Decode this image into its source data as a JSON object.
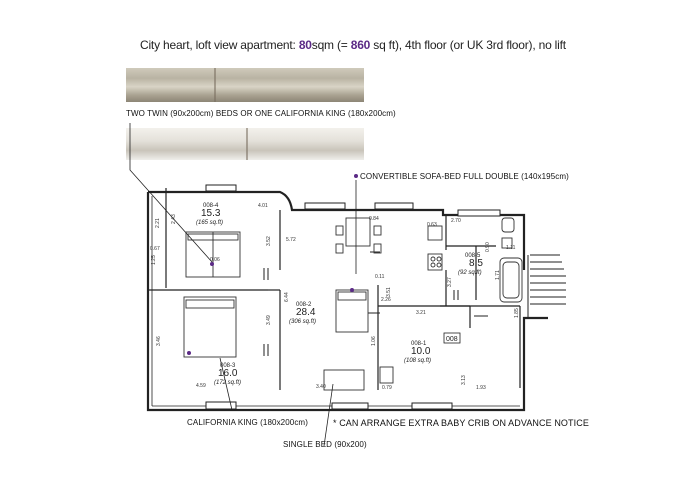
{
  "header": {
    "title_a": "City heart, loft view apartment: ",
    "sqm": "80",
    "title_b": "sqm (= ",
    "sqft": "860",
    "title_c": " sq ft), 4th floor (or UK 3rd floor), no lift"
  },
  "photos": {
    "top": "twin-beds-photo",
    "bottom": "mattress-photo"
  },
  "captions": {
    "twin_beds": "TWO TWIN (90x200cm) BEDS OR ONE CALIFORNIA KING (180x200cm)",
    "sofa_bed": "CONVERTIBLE SOFA-BED FULL DOUBLE (140x195cm)",
    "california_king": "CALIFORNIA KING (180x200cm)",
    "single_bed": "SINGLE BED (90x200)",
    "baby_crib": "* CAN ARRANGE EXTRA BABY CRIB ON ADVANCE NOTICE"
  },
  "rooms": [
    {
      "code": "008-4",
      "area": "15.3",
      "sqft": "(165 sq.ft)"
    },
    {
      "code": "008-3",
      "area": "16.0",
      "sqft": "(172 sq.ft)"
    },
    {
      "code": "008-2",
      "area": "28.4",
      "sqft": "(306 sq.ft)"
    },
    {
      "code": "008-1",
      "area": "10.0",
      "sqft": "(108 sq.ft)"
    },
    {
      "code": "008-5",
      "area": "8.5",
      "sqft": "(92 sq.ft)"
    }
  ],
  "door_tag": "008",
  "dimensions": [
    "4.01",
    "2.21",
    "2.43",
    "0.67",
    "1.25",
    "3.52",
    "5.72",
    "0.84",
    "0.63",
    "2.70",
    "0.90",
    "1.11",
    "1.71",
    "0.11",
    "6.44",
    "3.51",
    "3.49",
    "2.26",
    "3.21",
    "3.27",
    "1.85",
    "3.40",
    "1.06",
    "0.79",
    "3.13",
    "1.93",
    "4.59",
    "3.46",
    "0.06"
  ]
}
